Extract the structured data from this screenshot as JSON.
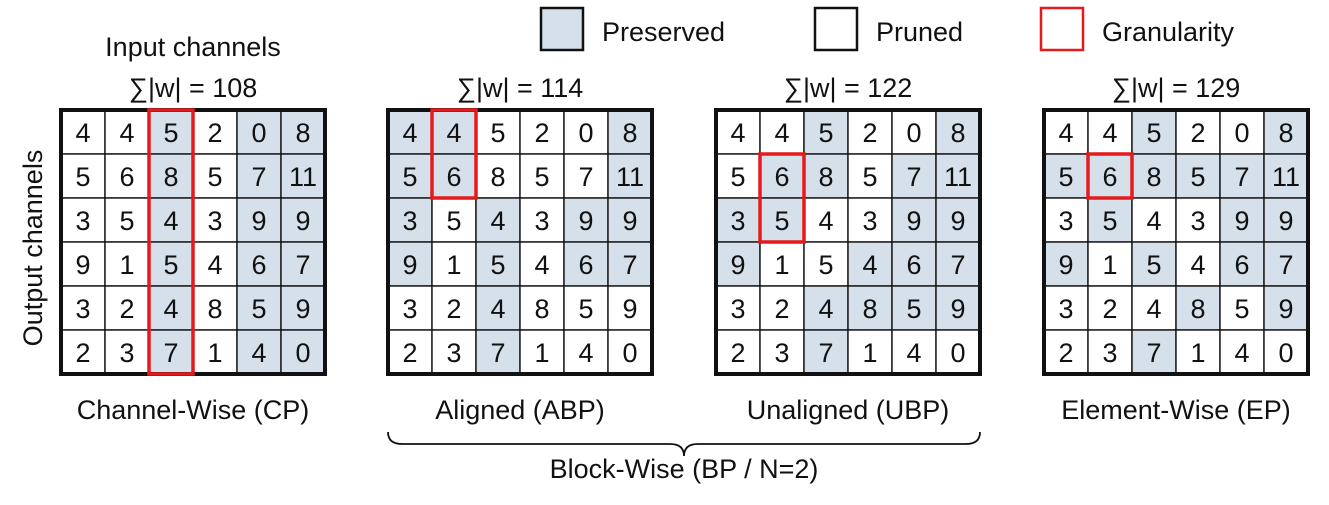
{
  "colors": {
    "preserved": "#d6e0ea",
    "pruned": "#ffffff",
    "granularity": "#e41a1c",
    "border": "#111111"
  },
  "legend": {
    "preserved_label": "Preserved",
    "pruned_label": "Pruned",
    "granularity_label": "Granularity"
  },
  "axis": {
    "input_label": "Input channels",
    "output_label": "Output channels"
  },
  "block_wise_label": "Block-Wise (BP / N=2)",
  "matrix_values": [
    [
      4,
      4,
      5,
      2,
      0,
      8
    ],
    [
      5,
      6,
      8,
      5,
      7,
      11
    ],
    [
      3,
      5,
      4,
      3,
      9,
      9
    ],
    [
      9,
      1,
      5,
      4,
      6,
      7
    ],
    [
      3,
      2,
      4,
      8,
      5,
      9
    ],
    [
      2,
      3,
      7,
      1,
      4,
      0
    ]
  ],
  "panels": [
    {
      "id": "cp",
      "sum_label": "∑|w| = 108",
      "caption": "Channel-Wise (CP)",
      "preserved": [
        [
          0,
          0,
          1,
          0,
          1,
          1
        ],
        [
          0,
          0,
          1,
          0,
          1,
          1
        ],
        [
          0,
          0,
          1,
          0,
          1,
          1
        ],
        [
          0,
          0,
          1,
          0,
          1,
          1
        ],
        [
          0,
          0,
          1,
          0,
          1,
          1
        ],
        [
          0,
          0,
          1,
          0,
          1,
          1
        ]
      ],
      "granularity": {
        "row": 0,
        "col": 2,
        "rows": 6,
        "cols": 1
      }
    },
    {
      "id": "abp",
      "sum_label": "∑|w| = 114",
      "caption": "Aligned (ABP)",
      "preserved": [
        [
          1,
          1,
          0,
          0,
          0,
          1
        ],
        [
          1,
          1,
          0,
          0,
          0,
          1
        ],
        [
          1,
          0,
          1,
          0,
          1,
          1
        ],
        [
          1,
          0,
          1,
          0,
          1,
          1
        ],
        [
          0,
          0,
          1,
          0,
          0,
          0
        ],
        [
          0,
          0,
          1,
          0,
          0,
          0
        ]
      ],
      "granularity": {
        "row": 0,
        "col": 1,
        "rows": 2,
        "cols": 1
      }
    },
    {
      "id": "ubp",
      "sum_label": "∑|w| = 122",
      "caption": "Unaligned (UBP)",
      "preserved": [
        [
          0,
          0,
          1,
          0,
          0,
          1
        ],
        [
          0,
          1,
          1,
          0,
          1,
          1
        ],
        [
          1,
          1,
          0,
          0,
          1,
          1
        ],
        [
          1,
          0,
          0,
          1,
          1,
          1
        ],
        [
          0,
          0,
          1,
          1,
          1,
          1
        ],
        [
          0,
          0,
          1,
          0,
          0,
          0
        ]
      ],
      "granularity": {
        "row": 1,
        "col": 1,
        "rows": 2,
        "cols": 1
      }
    },
    {
      "id": "ep",
      "sum_label": "∑|w| = 129",
      "caption": "Element-Wise (EP)",
      "preserved": [
        [
          0,
          0,
          1,
          0,
          0,
          1
        ],
        [
          1,
          1,
          1,
          1,
          1,
          1
        ],
        [
          0,
          1,
          0,
          0,
          1,
          1
        ],
        [
          1,
          0,
          1,
          0,
          1,
          1
        ],
        [
          0,
          0,
          0,
          1,
          0,
          1
        ],
        [
          0,
          0,
          1,
          0,
          0,
          0
        ]
      ],
      "granularity": {
        "row": 1,
        "col": 1,
        "rows": 1,
        "cols": 1
      }
    }
  ]
}
